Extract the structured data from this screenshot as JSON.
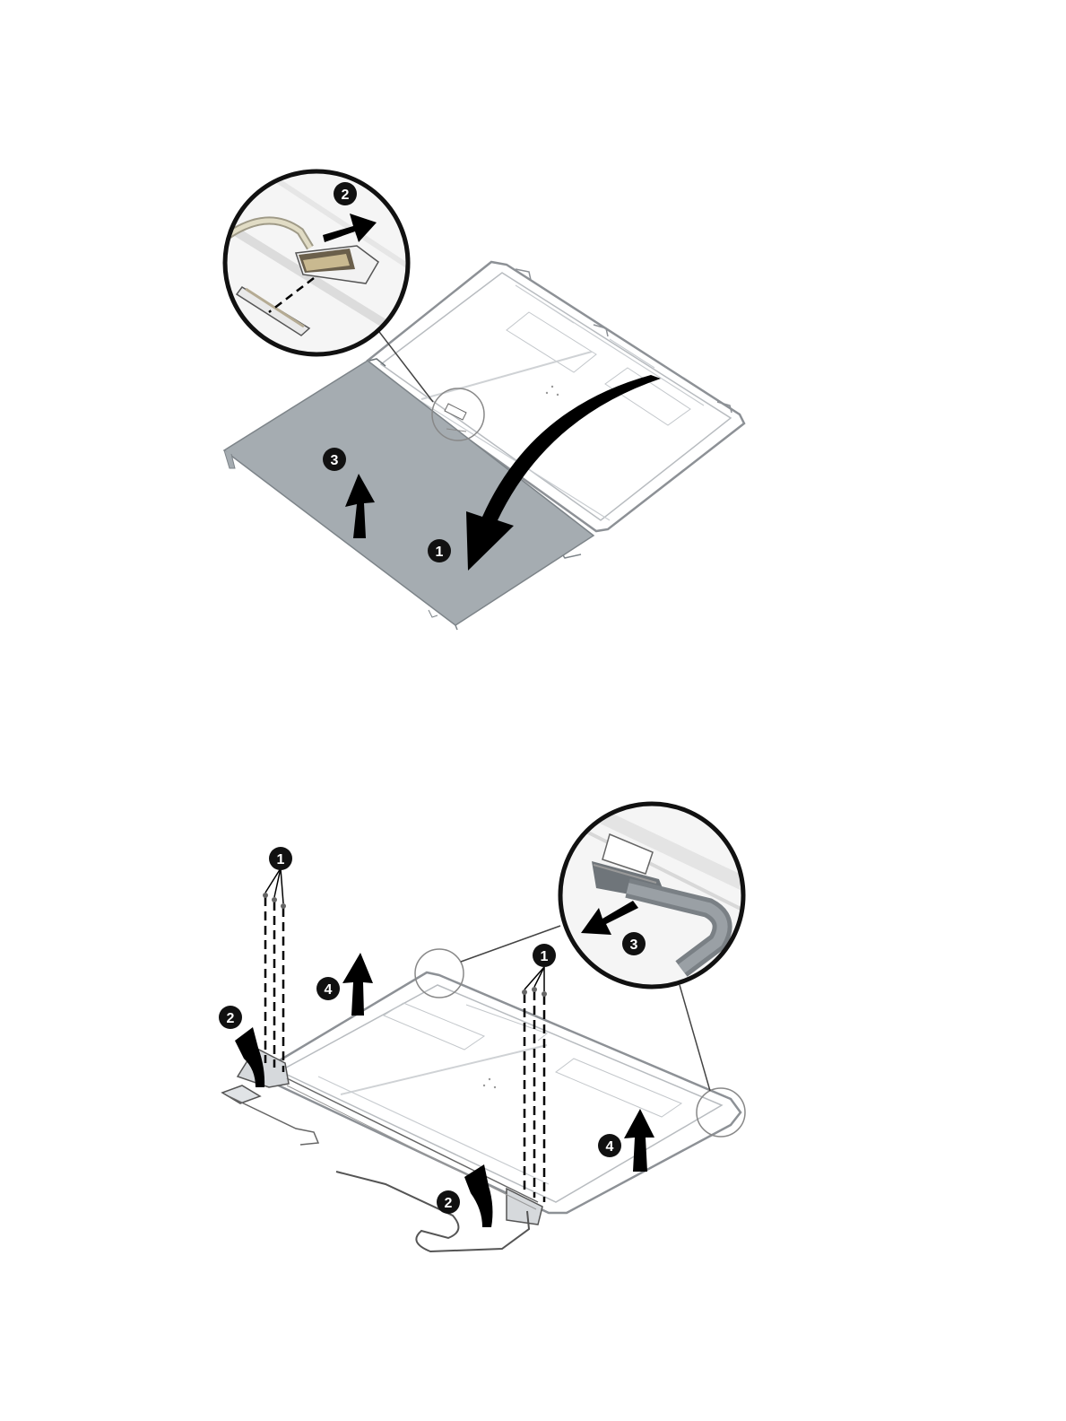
{
  "colors": {
    "panel": "#a5acb1",
    "panel_edge": "#7d8489",
    "cover": "#ffffff",
    "cover_edge": "#8d9196",
    "callout_fill": "#111111",
    "callout_text": "#ffffff",
    "arrow": "#000000"
  },
  "diagram_top": {
    "callouts": [
      {
        "label": "1"
      },
      {
        "label": "2"
      },
      {
        "label": "3"
      }
    ]
  },
  "diagram_bottom": {
    "callouts": [
      {
        "label": "1"
      },
      {
        "label": "1"
      },
      {
        "label": "2"
      },
      {
        "label": "2"
      },
      {
        "label": "3"
      },
      {
        "label": "4"
      },
      {
        "label": "4"
      }
    ]
  }
}
